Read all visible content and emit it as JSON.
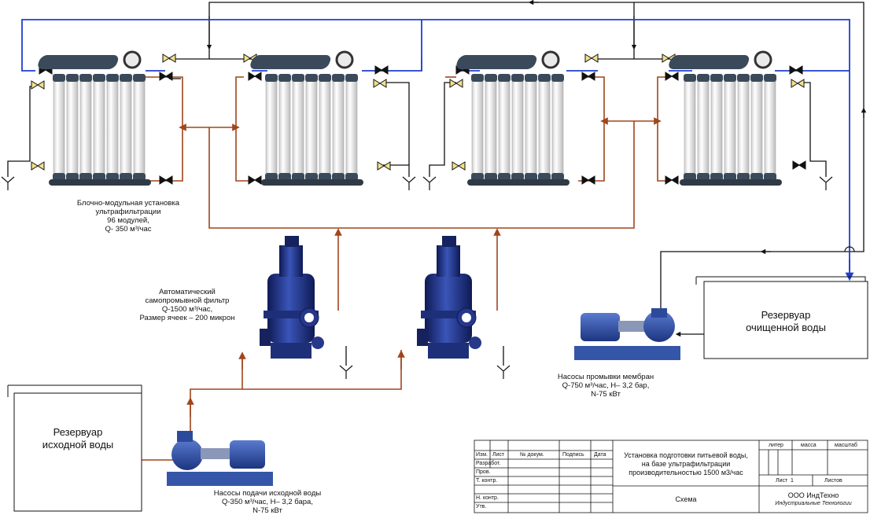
{
  "labels": {
    "uf_unit": [
      "Блочно-модульная установка",
      "ультрафильтрации",
      "96 модулей,",
      "Q- 350 м³/час"
    ],
    "auto_filter": [
      "Автоматический",
      "самопромывной фильтр",
      "Q-1500 м³/час,",
      "Размер ячеек – 200 микрон"
    ],
    "wash_pumps": [
      "Насосы промывки мембран",
      "Q-750 м³/час, H– 3,2 бар,",
      "N-75 кВт"
    ],
    "feed_pumps": [
      "Насосы подачи исходной воды",
      "Q-350 м³/час, H– 3,2 бара,",
      "N-75 кВт"
    ]
  },
  "tanks": {
    "source": [
      "Резервуар",
      "исходной воды"
    ],
    "clean": [
      "Резервуар",
      "очищенной воды"
    ]
  },
  "stamp": {
    "columns": [
      "Изм.",
      "Лист",
      "№ докум.",
      "Подпись",
      "Дата"
    ],
    "rows": [
      "Разработ.",
      "Пров.",
      "Т. контр.",
      "",
      "Н. контр.",
      "Утв."
    ],
    "title": [
      "Установка подготовки питьевой воды,",
      "на базе ультрафильтрации",
      "производительностью 1500 м3/час"
    ],
    "doc_type": "Схема",
    "litera": "литер",
    "massa": "масса",
    "masshtab": "масштаб",
    "sheet": "Лист",
    "sheet_num": "1",
    "sheets": "Листов",
    "company": "ООО ИндТехно",
    "company_sub": "Индустриальные Технологии"
  },
  "colors": {
    "blue_line": "#1f3fcf",
    "brown_line": "#a0451c",
    "black_line": "#111111",
    "pump_blue": "#2b4a9a",
    "filter_blue": "#1e2f7a",
    "module_white": "#f2f2f2"
  }
}
